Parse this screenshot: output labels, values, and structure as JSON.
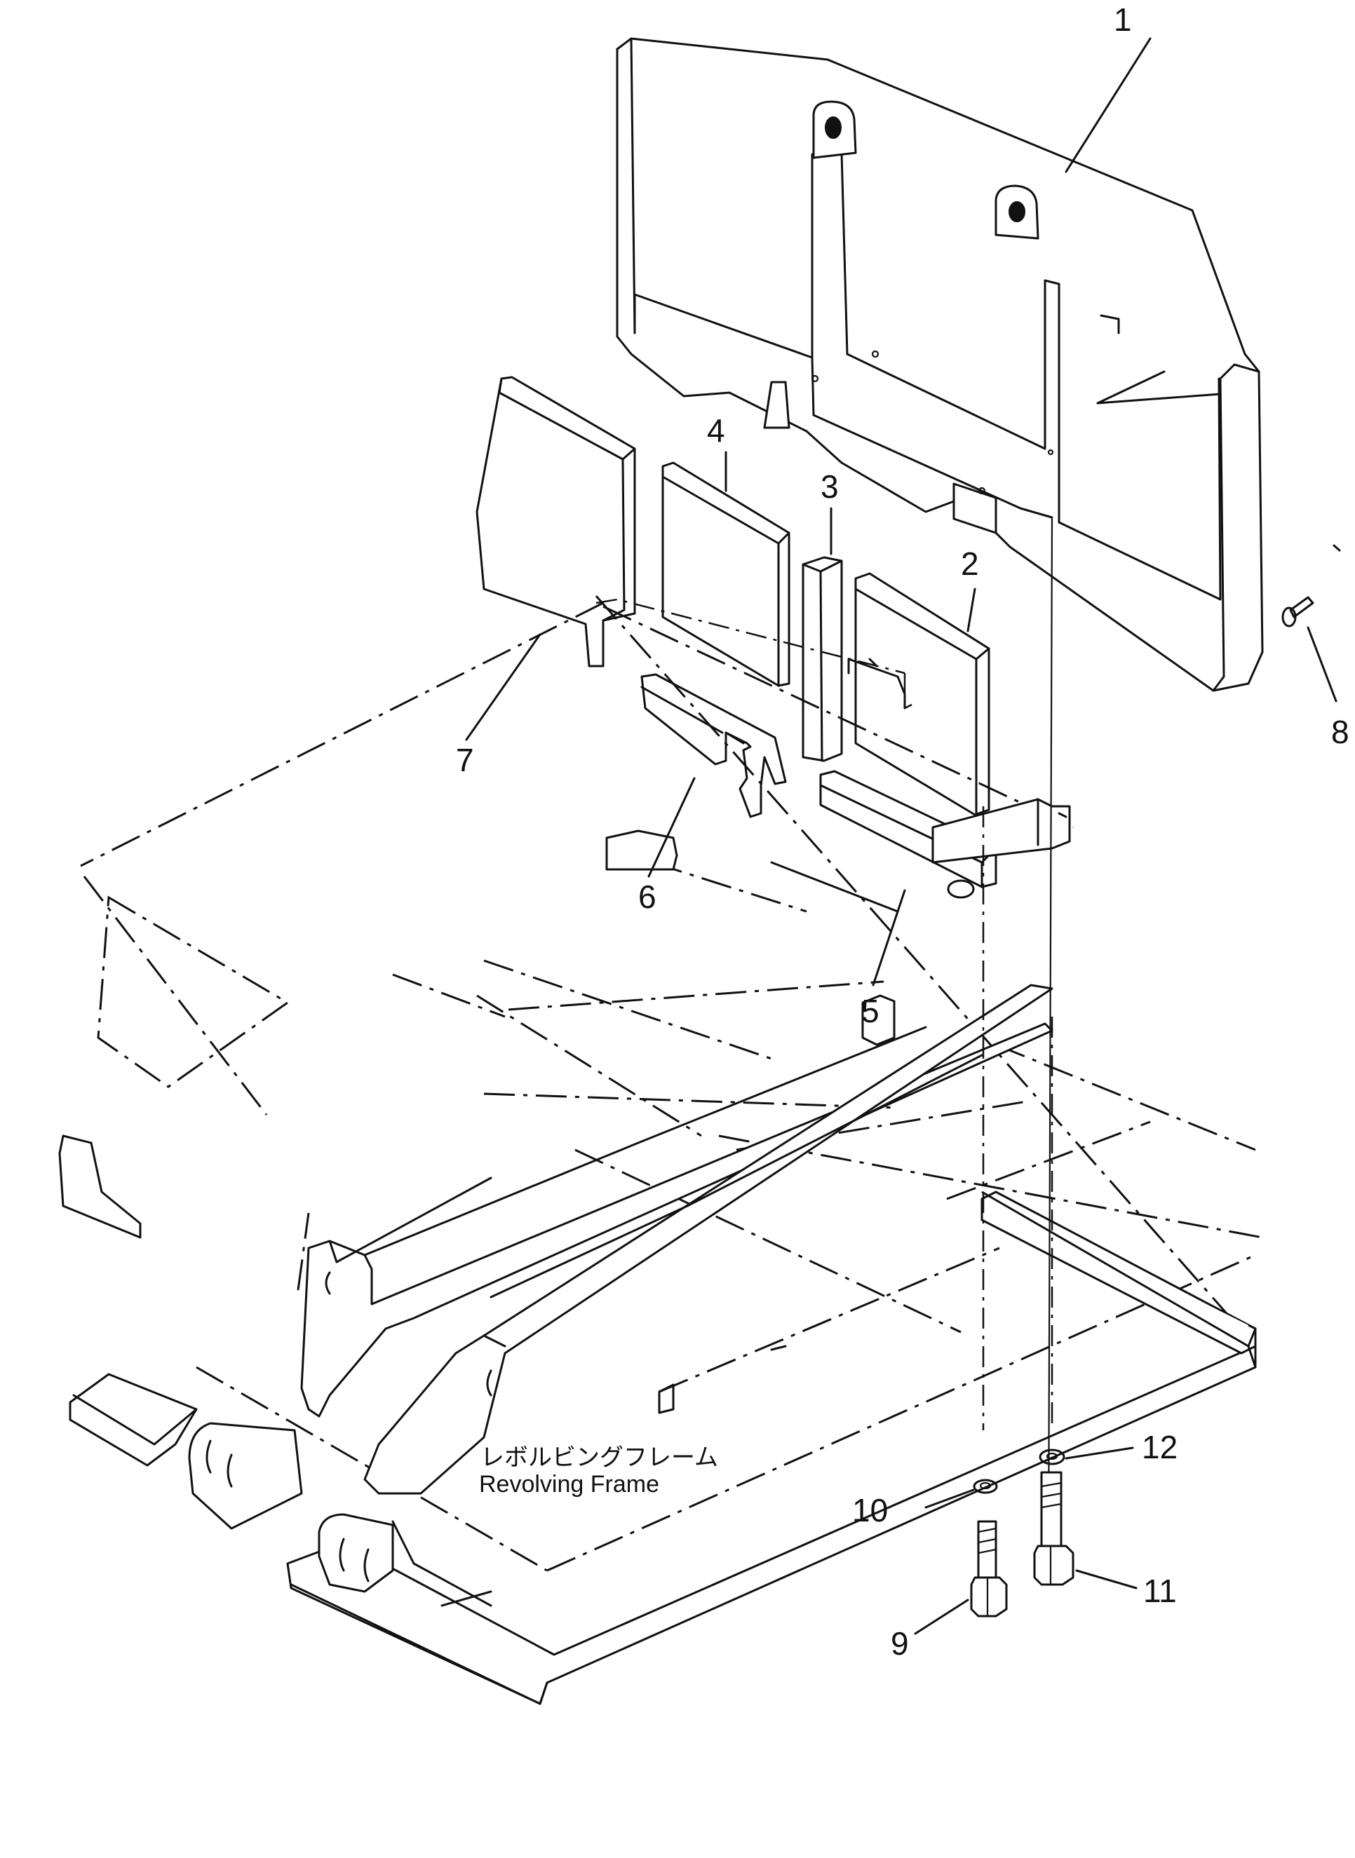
{
  "callouts": {
    "c1": "1",
    "c2": "2",
    "c3": "3",
    "c4": "4",
    "c5": "5",
    "c6": "6",
    "c7": "7",
    "c8": "8",
    "c9": "9",
    "c10": "10",
    "c11": "11",
    "c12": "12"
  },
  "frame_label": {
    "japanese": "レボルビングフレーム",
    "english": "Revolving Frame"
  }
}
